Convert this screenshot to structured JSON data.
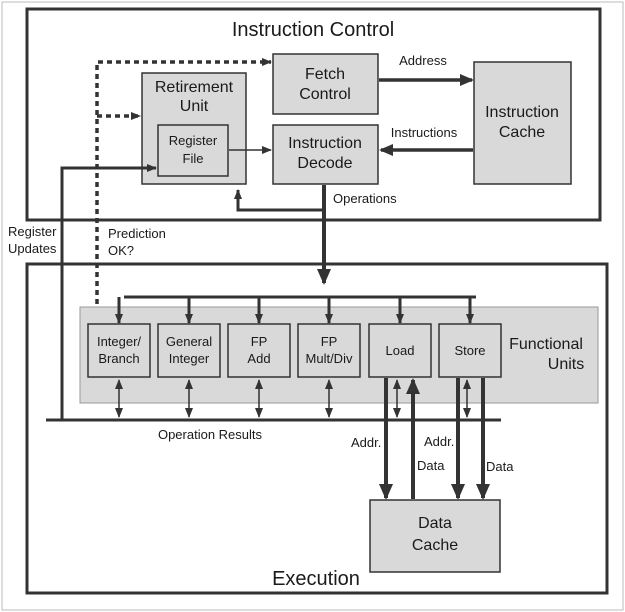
{
  "regions": {
    "instruction_control": "Instruction Control",
    "execution": "Execution"
  },
  "blocks": {
    "retirement_unit": [
      "Retirement",
      "Unit"
    ],
    "register_file": [
      "Register",
      "File"
    ],
    "fetch_control": [
      "Fetch",
      "Control"
    ],
    "instruction_decode": [
      "Instruction",
      "Decode"
    ],
    "instruction_cache": [
      "Instruction",
      "Cache"
    ],
    "functional_units": [
      "Functional",
      "Units"
    ],
    "data_cache": [
      "Data",
      "Cache"
    ]
  },
  "units": [
    {
      "key": "integer_branch",
      "lines": [
        "Integer/",
        "Branch"
      ]
    },
    {
      "key": "general_integer",
      "lines": [
        "General",
        "Integer"
      ]
    },
    {
      "key": "fp_add",
      "lines": [
        "FP",
        "Add"
      ]
    },
    {
      "key": "fp_mult_div",
      "lines": [
        "FP",
        "Mult/Div"
      ]
    },
    {
      "key": "load",
      "lines": [
        "Load"
      ]
    },
    {
      "key": "store",
      "lines": [
        "Store"
      ]
    }
  ],
  "signals": {
    "address": "Address",
    "instructions": "Instructions",
    "operations": "Operations",
    "register_updates": [
      "Register",
      "Updates"
    ],
    "prediction_ok": [
      "Prediction",
      "OK?"
    ],
    "operation_results": "Operation Results",
    "load_addr": "Addr.",
    "load_data": "Data",
    "store_addr": "Addr.",
    "store_data": "Data"
  },
  "colors": {
    "block_fill": "#d9d9d9",
    "outline": "#333333",
    "arrow": "#333333"
  }
}
